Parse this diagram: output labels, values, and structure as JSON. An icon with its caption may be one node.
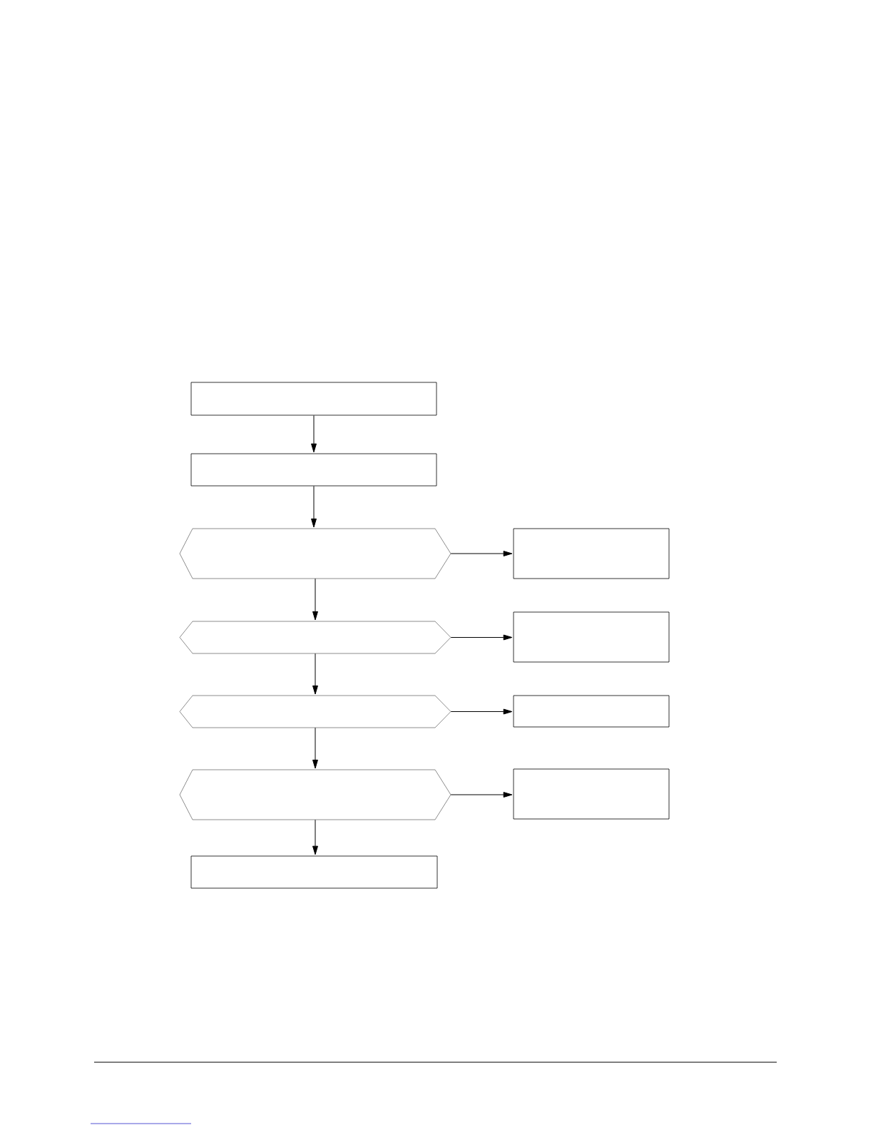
{
  "diagram": {
    "nodes": [
      {
        "text": [],
        "shape": "box"
      },
      {
        "text": [],
        "shape": "box"
      },
      {
        "text": [],
        "shape": "hexagon"
      },
      {
        "text": [],
        "shape": "box"
      },
      {
        "text": [],
        "shape": "hexagon"
      },
      {
        "text": [],
        "shape": "box"
      },
      {
        "text": [],
        "shape": "hexagon"
      },
      {
        "text": [],
        "shape": "box"
      },
      {
        "text": [],
        "shape": "hexagon"
      },
      {
        "text": [],
        "shape": "box"
      },
      {
        "text": [],
        "shape": "box"
      }
    ],
    "edges": [
      {
        "from": 0,
        "to": 1,
        "arrow": "to"
      },
      {
        "from": 1,
        "to": 2,
        "arrow": "to"
      },
      {
        "from": 2,
        "to": 3,
        "arrow": "to"
      },
      {
        "from": 2,
        "to": 4,
        "arrow": "to"
      },
      {
        "from": 4,
        "to": 5,
        "arrow": "to"
      },
      {
        "from": 4,
        "to": 6,
        "arrow": "to"
      },
      {
        "from": 6,
        "to": 7,
        "arrow": "to"
      },
      {
        "from": 6,
        "to": 8,
        "arrow": "to"
      },
      {
        "from": 8,
        "to": 9,
        "arrow": "to"
      },
      {
        "from": 8,
        "to": 10,
        "arrow": "to"
      }
    ]
  }
}
